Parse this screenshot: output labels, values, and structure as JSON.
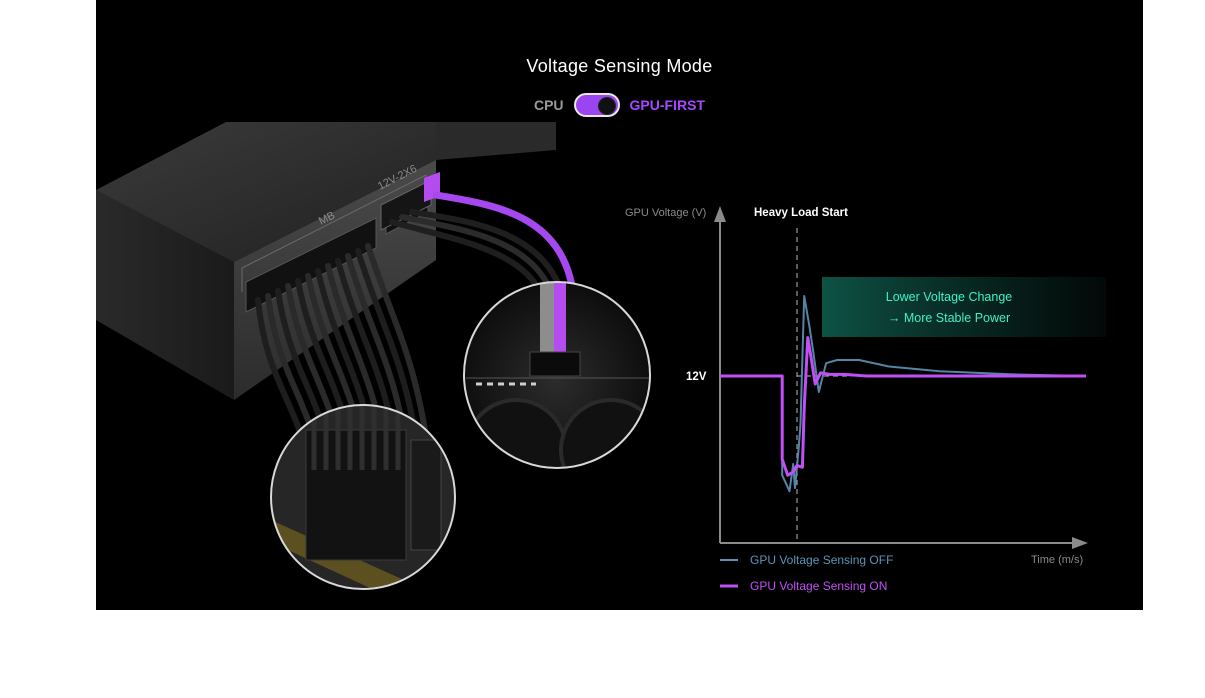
{
  "header": {
    "title": "Voltage Sensing Mode",
    "toggle_left": "CPU",
    "toggle_right": "GPU-FIRST",
    "toggle_state": "GPU-FIRST"
  },
  "illustration": {
    "connector_mb_label": "MB",
    "connector_gpu_label": "12V-2X6"
  },
  "colors": {
    "accent_purple": "#a648ff",
    "series_on": "#c04ff5",
    "series_off": "#5b93b8",
    "annotation": "#3ff0c6"
  },
  "chart_data": {
    "type": "line",
    "ylabel": "GPU Voltage (V)",
    "xlabel": "Time (m/s)",
    "ytick_labels": [
      "12V"
    ],
    "event_label": "Heavy Load Start",
    "annotation": [
      "Lower Voltage Change",
      "→ More Stable Power"
    ],
    "grid": false,
    "legend_position": "bottom-left",
    "series": [
      {
        "name": "GPU Voltage Sensing OFF",
        "color": "#5b93b8",
        "x": [
          0,
          0.17,
          0.17,
          0.19,
          0.2,
          0.205,
          0.215,
          0.22,
          0.23,
          0.245,
          0.255,
          0.27,
          0.29,
          0.32,
          0.38,
          0.46,
          0.6,
          0.8,
          1.0
        ],
        "y": [
          0,
          0,
          -0.62,
          -0.72,
          -0.55,
          -0.7,
          -0.45,
          -0.3,
          0.5,
          0.3,
          0.15,
          -0.1,
          0.08,
          0.1,
          0.1,
          0.06,
          0.03,
          0.01,
          0
        ]
      },
      {
        "name": "GPU Voltage Sensing ON",
        "color": "#c04ff5",
        "x": [
          0,
          0.17,
          0.17,
          0.185,
          0.2,
          0.21,
          0.225,
          0.23,
          0.24,
          0.25,
          0.26,
          0.275,
          0.3,
          0.34,
          0.4,
          0.6,
          0.8,
          1.0
        ],
        "y": [
          0,
          0,
          -0.52,
          -0.62,
          -0.6,
          -0.56,
          -0.57,
          -0.2,
          0.24,
          0.1,
          -0.05,
          0.02,
          0.01,
          0.01,
          0,
          0,
          0,
          0
        ]
      }
    ]
  }
}
